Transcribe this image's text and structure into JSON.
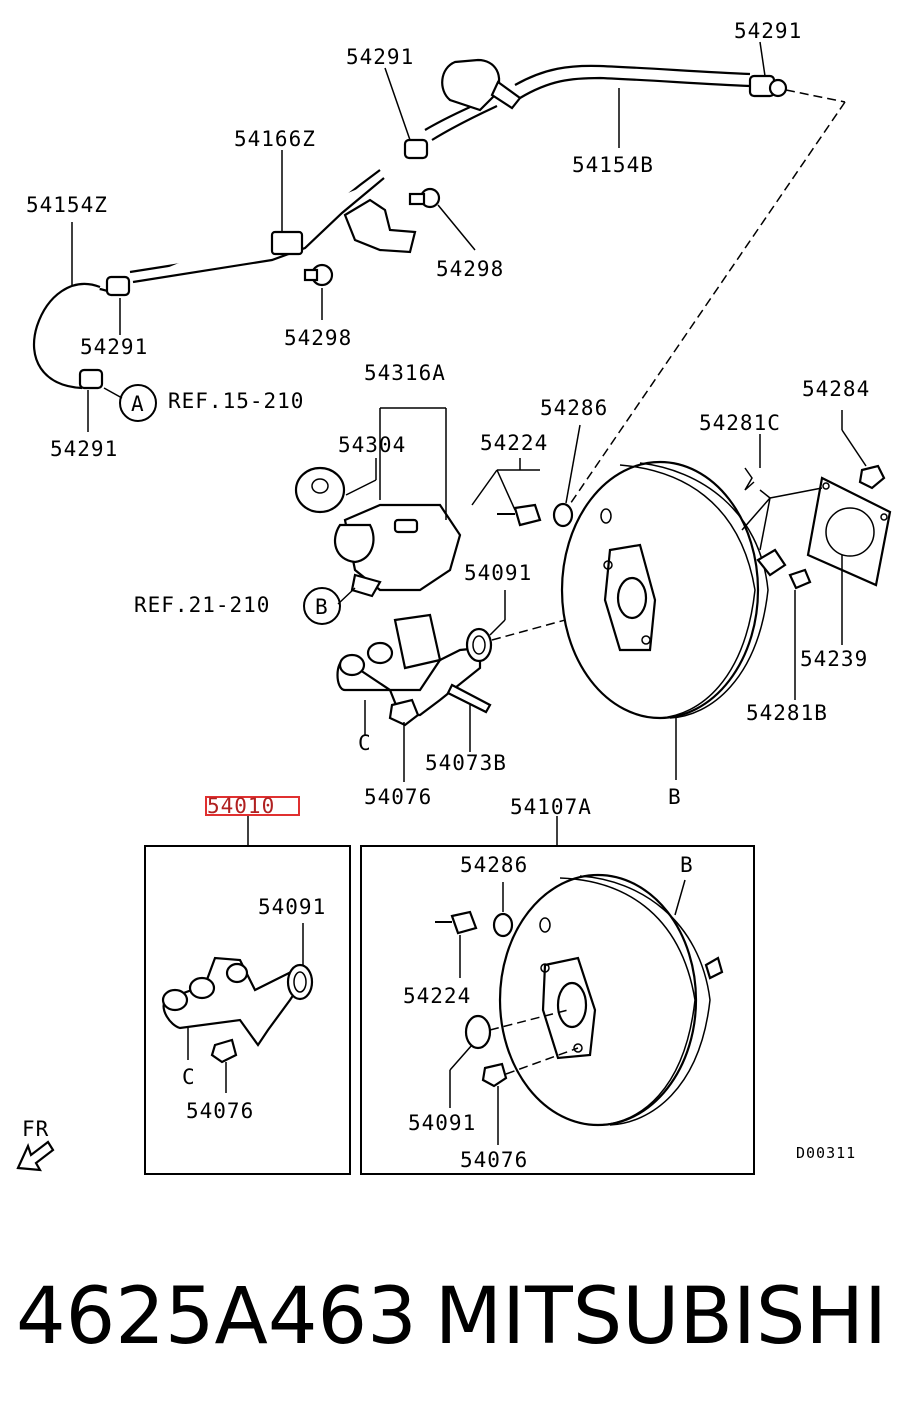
{
  "diagram": {
    "labels": {
      "l54291_a": "54291",
      "l54291_b": "54291",
      "l54166z": "54166Z",
      "l54154b": "54154B",
      "l54154z": "54154Z",
      "l54298_a": "54298",
      "l54298_b": "54298",
      "l54291_c": "54291",
      "l54291_d": "54291",
      "ref15": "REF.15-210",
      "circleA": "A",
      "l54316a": "54316A",
      "l54304": "54304",
      "l54224": "54224",
      "l54286": "54286",
      "l54281c": "54281C",
      "l54284": "54284",
      "ref21": "REF.21-210",
      "circleB": "B",
      "l54091": "54091",
      "l54239": "54239",
      "l54281b": "54281B",
      "lC": "C",
      "l54073b": "54073B",
      "l54076": "54076",
      "lB": "B",
      "l54010": "54010",
      "l54107a": "54107A",
      "box1_54091": "54091",
      "box1_C": "C",
      "box1_54076": "54076",
      "box2_54286": "54286",
      "box2_B": "B",
      "box2_54224": "54224",
      "box2_54091": "54091",
      "box2_54076": "54076",
      "fr": "FR",
      "code": "D00311"
    },
    "highlight_color": "#e03030"
  },
  "footer": {
    "part_number": "4625A463",
    "brand": "MITSUBISHI"
  }
}
